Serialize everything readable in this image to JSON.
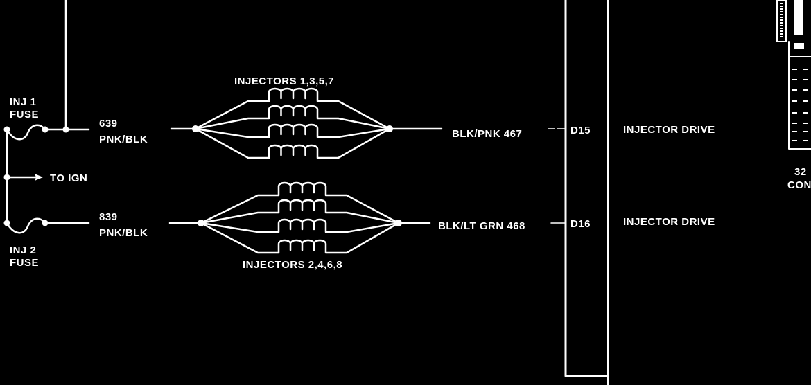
{
  "colors": {
    "background": "#000000",
    "line": "#ffffff"
  },
  "fuses": {
    "inj1": {
      "line1": "INJ 1",
      "line2": "FUSE"
    },
    "inj2": {
      "line1": "INJ 2",
      "line2": "FUSE"
    },
    "to_ign": "TO IGN"
  },
  "circuits": {
    "top": {
      "number": "639",
      "color": "PNK/BLK",
      "out_wire": "BLK/PNK 467",
      "pin": "D15",
      "function": "INJECTOR DRIVE"
    },
    "bottom": {
      "number": "839",
      "color": "PNK/BLK",
      "out_wire": "BLK/LT GRN 468",
      "pin": "D16",
      "function": "INJECTOR DRIVE"
    }
  },
  "injector_groups": {
    "top": {
      "label": "INJECTORS 1,3,5,7",
      "count": 4
    },
    "bottom": {
      "label": "INJECTORS 2,4,6,8",
      "count": 4
    }
  },
  "connector": {
    "line1": "32",
    "line2": "CON"
  }
}
